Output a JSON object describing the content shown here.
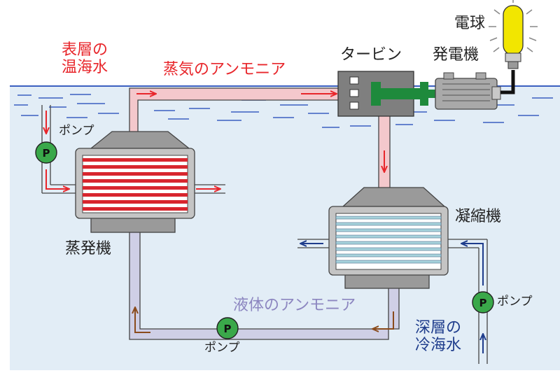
{
  "labels": {
    "warm_surface_water": [
      "表層の",
      "温海水"
    ],
    "ammonia_vapor": "蒸気のアンモニア",
    "turbine": "タービン",
    "generator": "発電機",
    "light_bulb": "電球",
    "pump": "ポンプ",
    "evaporator": "蒸発機",
    "condenser": "凝縮機",
    "liquid_ammonia": "液体のアンモニア",
    "deep_cold_water": [
      "深層の",
      "冷海水"
    ],
    "pump_symbol": "P"
  },
  "colors": {
    "sea": "#e2edf6",
    "sea_line": "#3b5fc0",
    "warm": "#e8262b",
    "vapor_pipe": "#f4c8cc",
    "liquid_pipe": "#cfcfe6",
    "cold": "#1e3c8c",
    "brown_arrow": "#8a4b1c",
    "pump_green": "#3aa84a",
    "shaft_green": "#1e8a3c",
    "bulb_yellow": "#f2e600"
  },
  "icons": [
    "pump-icon",
    "light-bulb-icon",
    "generator-icon",
    "turbine-icon"
  ]
}
